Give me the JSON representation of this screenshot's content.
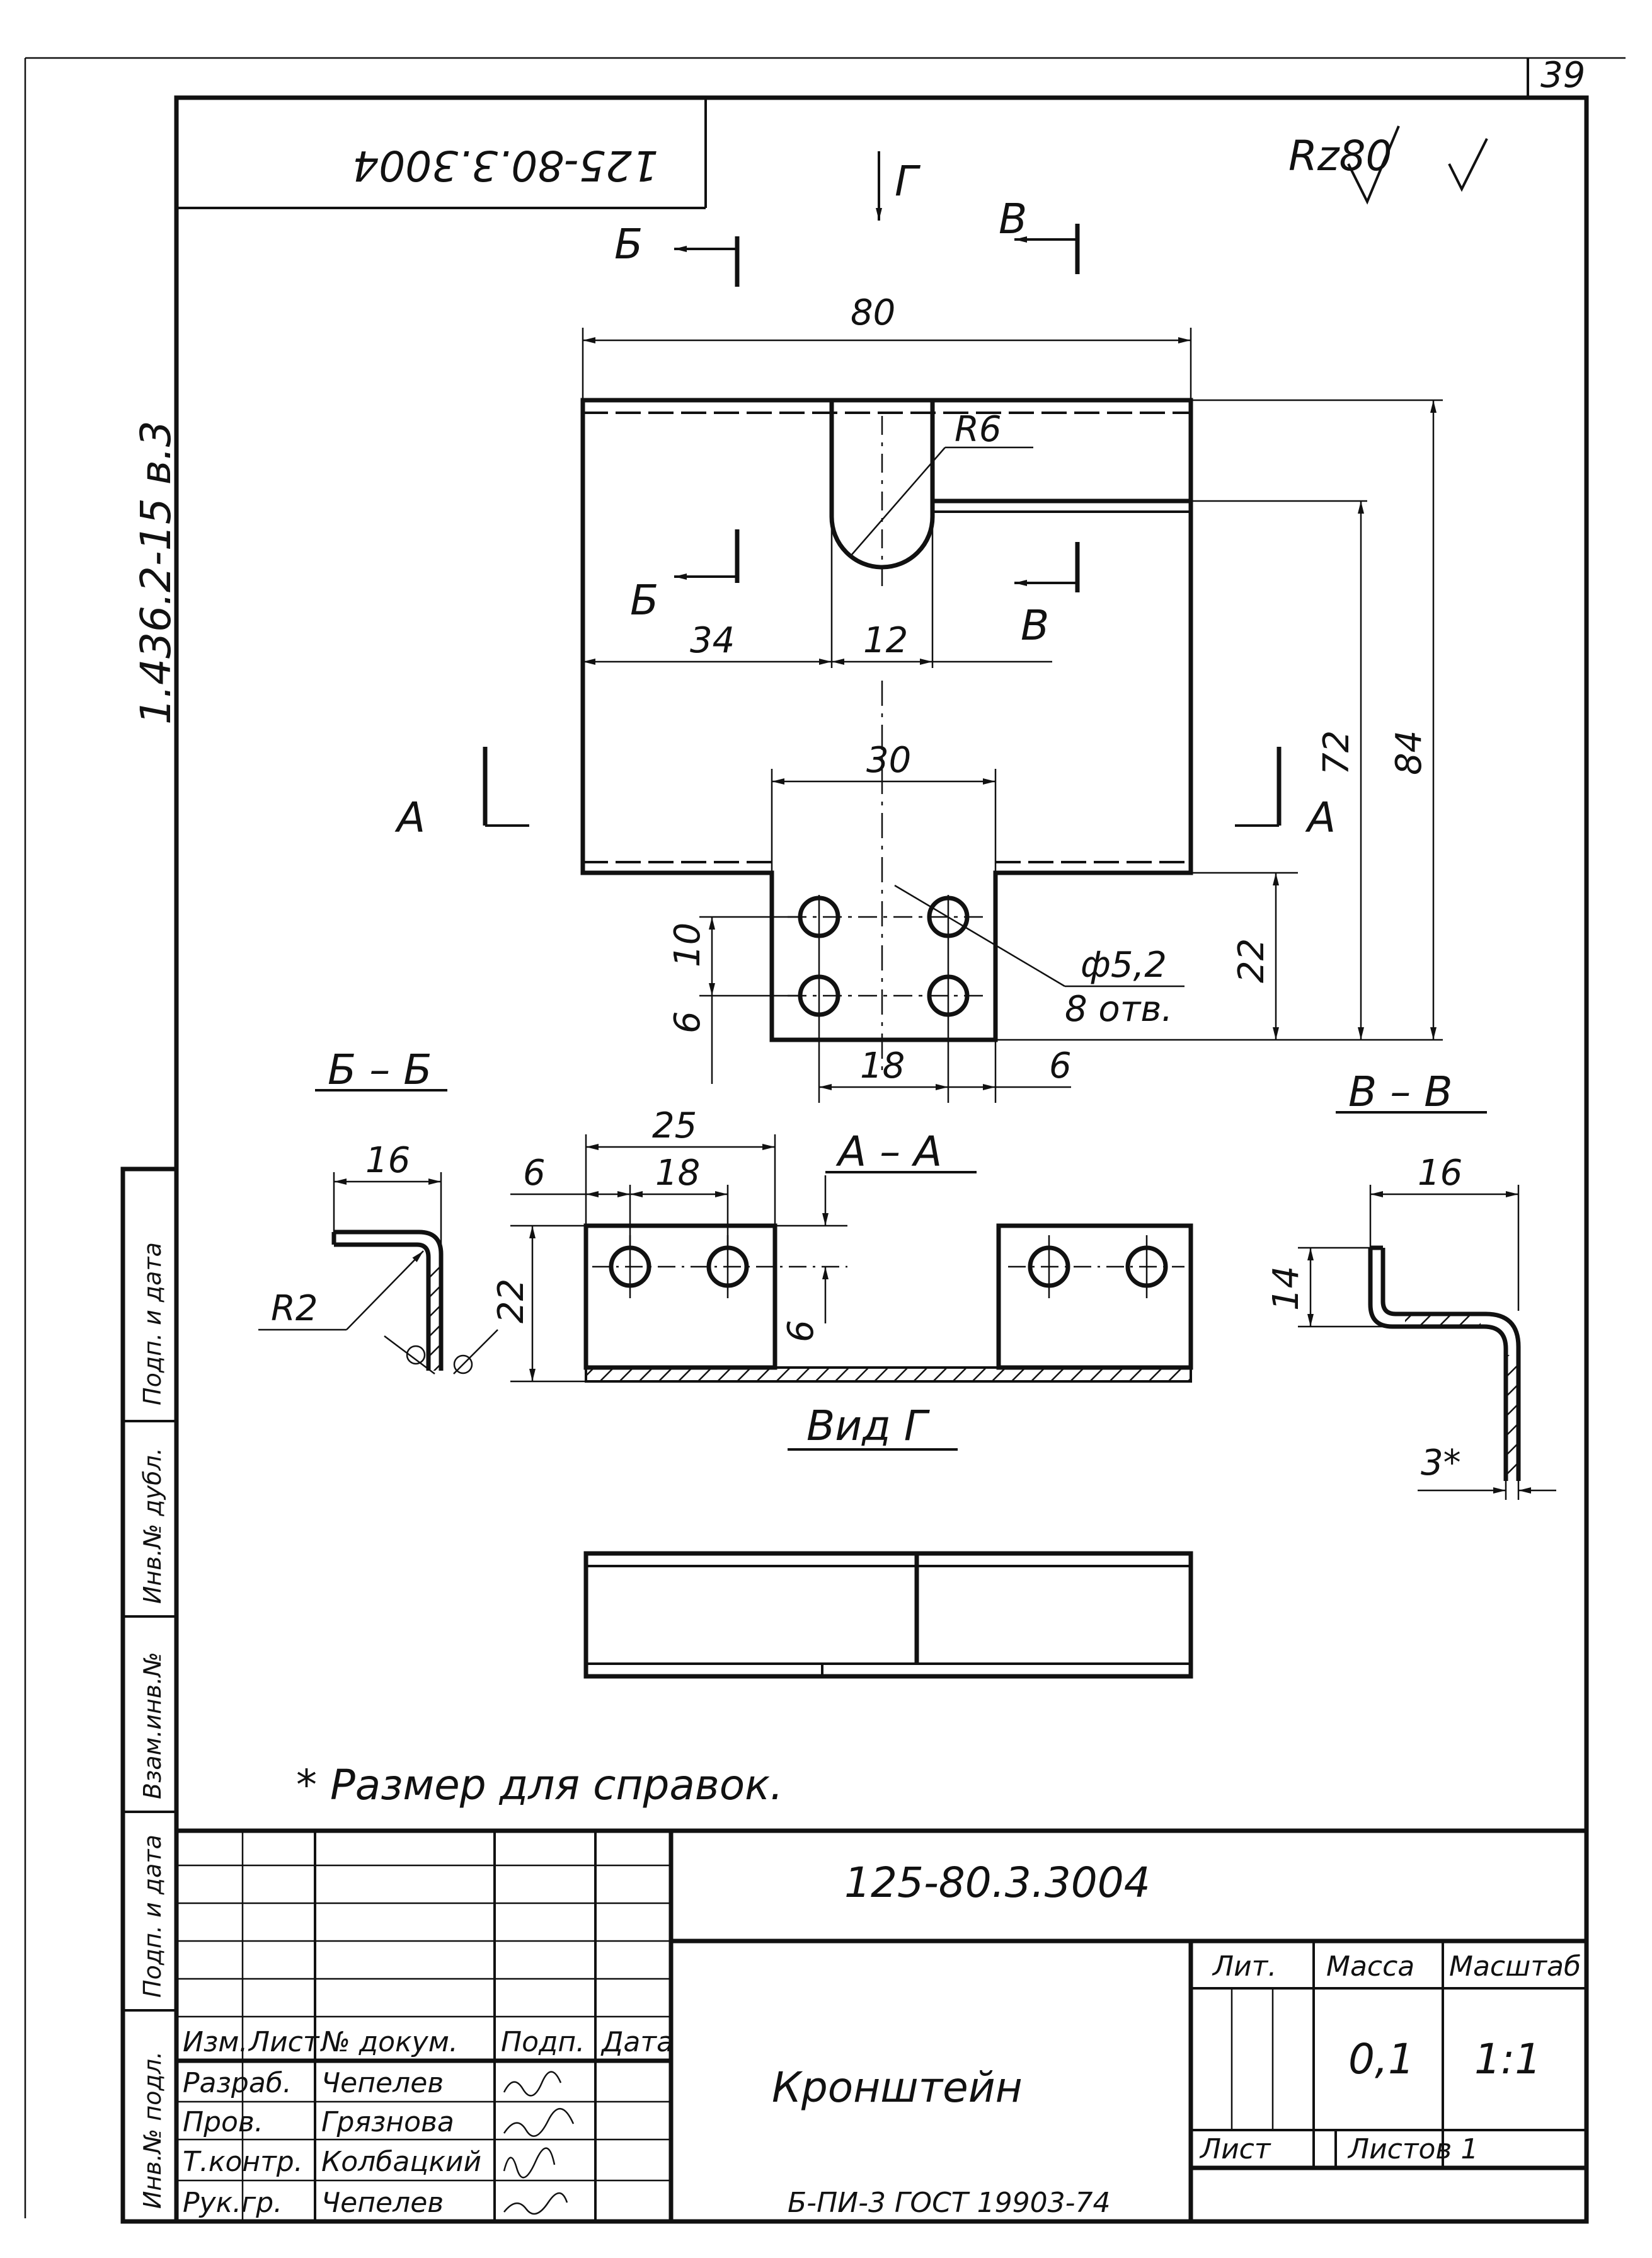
{
  "sheet": {
    "page_number": "39",
    "series_code": "1.436.2-15  в.3",
    "top_code": "125-80.3.3004",
    "roughness": "Rz80",
    "reference_note": "* Размер для справок."
  },
  "views": {
    "cut_b_label": "Б",
    "cut_v_label": "В",
    "cut_a_label": "А",
    "view_g_arrow": "Г",
    "section_bb": "Б – Б",
    "section_vv": "В – В",
    "section_aa": "А – А",
    "view_g": "Вид Г"
  },
  "dimensions": {
    "width_80": "80",
    "radius_r6": "R6",
    "dim_34": "34",
    "dim_12": "12",
    "dim_30": "30",
    "dim_72": "72",
    "dim_84": "84",
    "dim_22_right": "22",
    "dim_10": "10",
    "dim_6_left": "6",
    "dim_18": "18",
    "dim_6_bottom": "6",
    "hole_diameter": "ф5,2",
    "hole_count": "8 отв.",
    "bb_16": "16",
    "bb_r2": "R2",
    "aa_25": "25",
    "aa_6": "6",
    "aa_18": "18",
    "aa_22": "22",
    "aa_6_vertical": "6",
    "vv_16": "16",
    "vv_14": "14",
    "vv_3": "3*"
  },
  "title_block": {
    "designation": "125-80.3.3004",
    "name": "Кронштейн",
    "lit_header": "Лит.",
    "mass_header": "Масса",
    "scale_header": "Масштаб",
    "mass_value": "0,1",
    "scale_value": "1:1",
    "sheet_label": "Лист",
    "sheets_label": "Листов 1",
    "standard": "Б-ПИ-3 ГОСТ 19903-74",
    "col_izm": "Изм.",
    "col_list": "Лист",
    "col_doc": "№ докум.",
    "col_sign": "Подп.",
    "col_date": "Дата",
    "rows": [
      {
        "role": "Разраб.",
        "name": "Чепелев"
      },
      {
        "role": "Пров.",
        "name": "Грязнова"
      },
      {
        "role": "Т.контр.",
        "name": "Колбацкий"
      },
      {
        "role": "Рук.гр.",
        "name": "Чепелев"
      }
    ],
    "side_stamp": [
      "Подп. и дата",
      "Инв.№ дубл.",
      "Взам.инв.№",
      "Подп. и дата",
      "Инв.№ подл."
    ]
  }
}
